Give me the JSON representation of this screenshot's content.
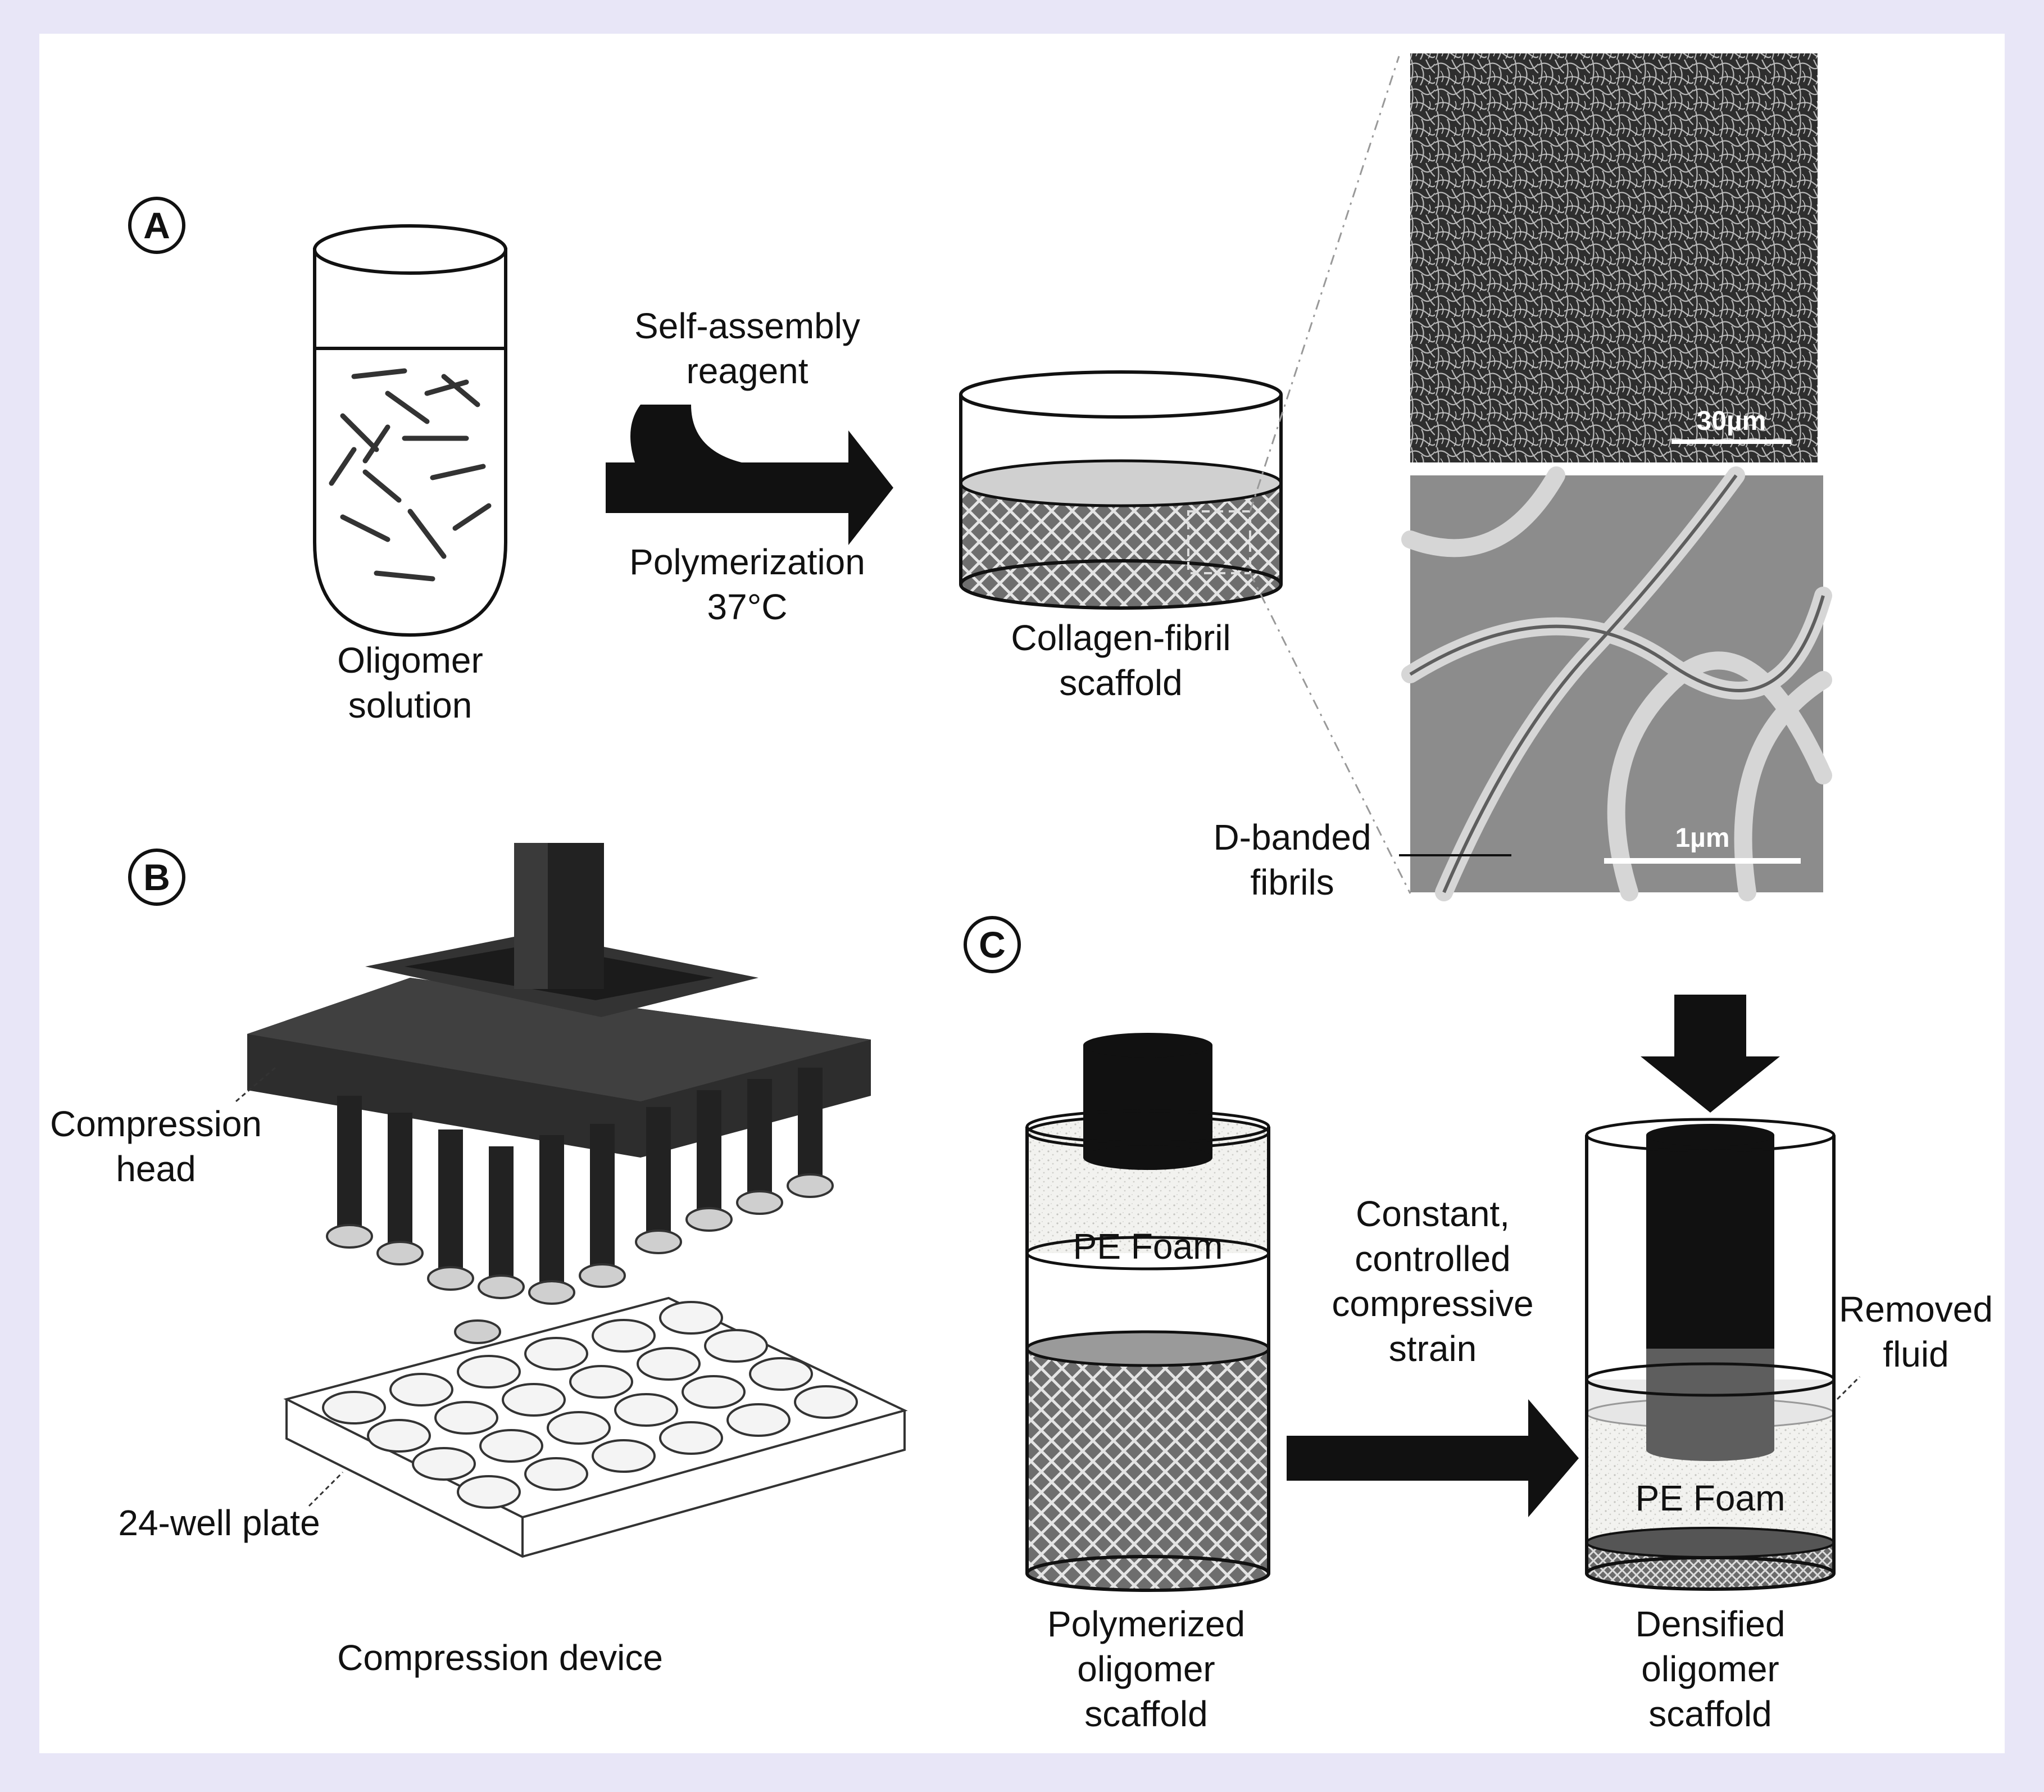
{
  "panels": {
    "a": {
      "badge": "A"
    },
    "b": {
      "badge": "B"
    },
    "c": {
      "badge": "C"
    }
  },
  "labels": {
    "oligomer_solution": "Oligomer\nsolution",
    "self_assembly_reagent": "Self-assembly\nreagent",
    "polymerization": "Polymerization\n37°C",
    "collagen_fibril_scaffold": "Collagen-fibril\nscaffold",
    "d_banded_fibrils": "D-banded\nfibrils",
    "compression_head": "Compression\nhead",
    "well_plate": "24-well plate",
    "compression_device": "Compression device",
    "pe_foam_left": "PE Foam",
    "pe_foam_right": "PE Foam",
    "constant_strain": "Constant,\ncontrolled\ncompressive\nstrain",
    "removed_fluid": "Removed\nfluid",
    "polymerized_scaffold": "Polymerized\noligomer\nscaffold",
    "densified_scaffold": "Densified\noligomer\nscaffold"
  },
  "micrographs": {
    "top_scale": "30µm",
    "bottom_scale": "1µm"
  },
  "colors": {
    "background": "#e8e6f7",
    "panel": "#ffffff",
    "dark": "#151515",
    "mesh": "#777777"
  }
}
